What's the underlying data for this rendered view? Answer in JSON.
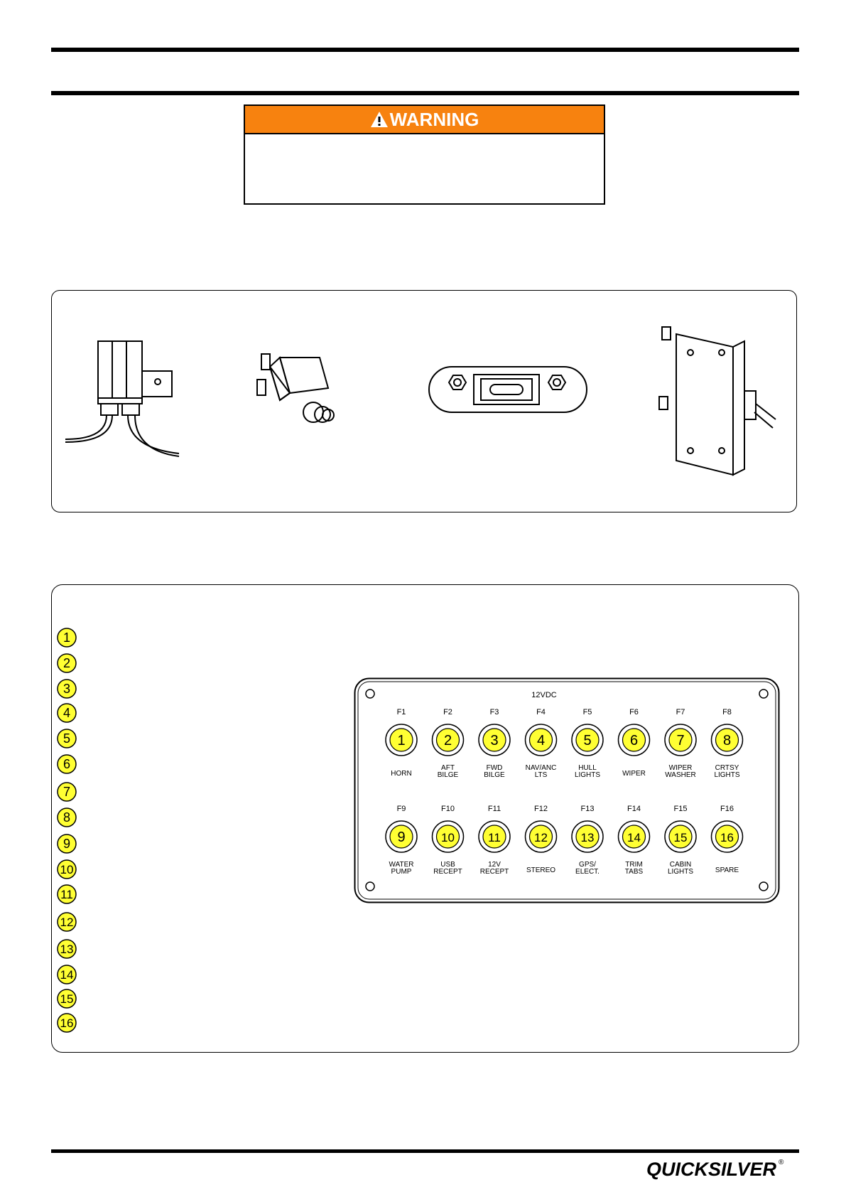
{
  "warning": {
    "title": "WARNING",
    "header_color": "#f7820f"
  },
  "accent": {
    "callout_fill": "#ffff33"
  },
  "callouts": [
    "1",
    "2",
    "3",
    "4",
    "5",
    "6",
    "7",
    "8",
    "9",
    "10",
    "11",
    "12",
    "13",
    "14",
    "15",
    "16"
  ],
  "panel": {
    "voltage": "12VDC",
    "fuses": [
      {
        "id": "F1",
        "callout": "1",
        "label": [
          "HORN"
        ]
      },
      {
        "id": "F2",
        "callout": "2",
        "label": [
          "AFT",
          "BILGE"
        ]
      },
      {
        "id": "F3",
        "callout": "3",
        "label": [
          "FWD",
          "BILGE"
        ]
      },
      {
        "id": "F4",
        "callout": "4",
        "label": [
          "NAV/ANC",
          "LTS"
        ]
      },
      {
        "id": "F5",
        "callout": "5",
        "label": [
          "HULL",
          "LIGHTS"
        ]
      },
      {
        "id": "F6",
        "callout": "6",
        "label": [
          "WIPER"
        ]
      },
      {
        "id": "F7",
        "callout": "7",
        "label": [
          "WIPER",
          "WASHER"
        ]
      },
      {
        "id": "F8",
        "callout": "8",
        "label": [
          "CRTSY",
          "LIGHTS"
        ]
      },
      {
        "id": "F9",
        "callout": "9",
        "label": [
          "WATER",
          "PUMP"
        ]
      },
      {
        "id": "F10",
        "callout": "10",
        "label": [
          "USB",
          "RECEPT"
        ]
      },
      {
        "id": "F11",
        "callout": "11",
        "label": [
          "12V",
          "RECEPT"
        ]
      },
      {
        "id": "F12",
        "callout": "12",
        "label": [
          "STEREO"
        ]
      },
      {
        "id": "F13",
        "callout": "13",
        "label": [
          "GPS/",
          "ELECT."
        ]
      },
      {
        "id": "F14",
        "callout": "14",
        "label": [
          "TRIM",
          "TABS"
        ]
      },
      {
        "id": "F15",
        "callout": "15",
        "label": [
          "CABIN",
          "LIGHTS"
        ]
      },
      {
        "id": "F16",
        "callout": "16",
        "label": [
          "SPARE"
        ]
      }
    ]
  },
  "brand": {
    "name": "QUICKSILVER",
    "mark": "®"
  }
}
